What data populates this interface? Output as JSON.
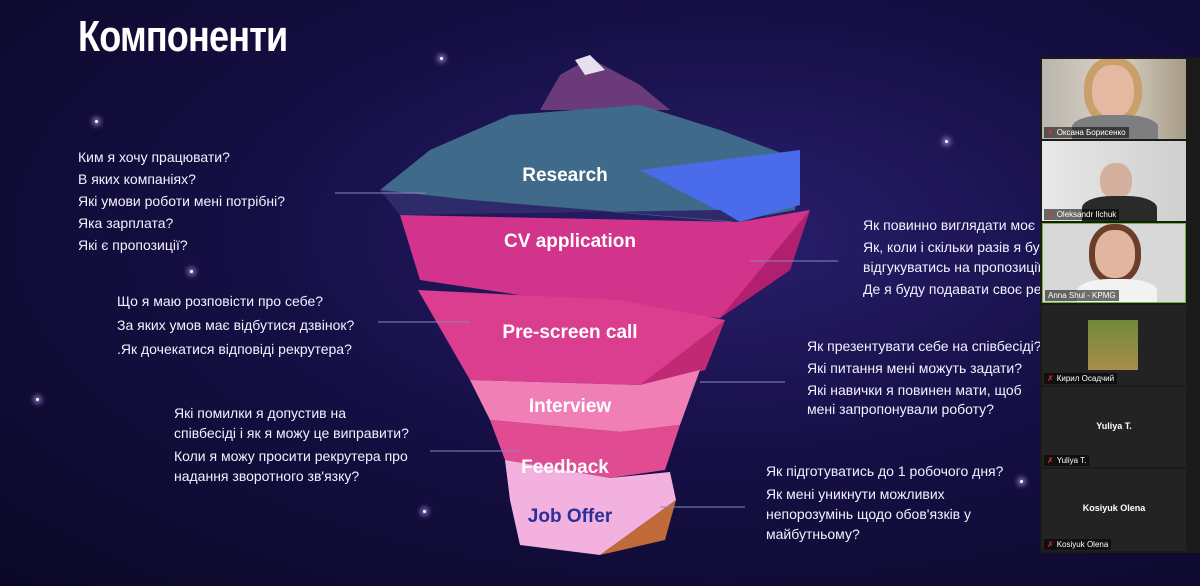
{
  "slide": {
    "title": "Компоненти",
    "layers": [
      "Research",
      "CV application",
      "Pre-screen call",
      "Interview",
      "Feedback",
      "Job Offer"
    ],
    "research_questions": [
      "Ким я хочу працювати?",
      "В яких компаніях?",
      "Які умови роботи мені потрібні?",
      "Яка зарплата?",
      "Які є пропозиції?"
    ],
    "cv_questions": [
      "Як повинно виглядати моє",
      "Як, коли і скільки разів я бу",
      "відгукуватись на пропозиції",
      "Де я буду подавати своє ре"
    ],
    "prescreen_questions": [
      "Що я маю розповісти про себе?",
      "За яких умов має відбутися дзвінок?",
      ".Як дочекатися відповіді рекрутера?"
    ],
    "interview_questions": [
      "Як презентувати себе на співбесіді?",
      "Які питання мені можуть задати?",
      "Які навички я повинен мати, щоб",
      "мені запропонували роботу?"
    ],
    "feedback_questions": [
      "Які помилки я допустив на",
      "співбесіді і як я можу це виправити?",
      "Коли я можу просити рекрутера про",
      "надання зворотного зв'язку?"
    ],
    "offer_questions": [
      "Як підготуватись до 1 робочого дня?",
      "Як мені уникнути можливих",
      "непорозумінь щодо обов'язків у",
      "майбутньому?"
    ]
  },
  "participants": [
    {
      "name": "Оксана Борисенко",
      "muted": true,
      "video": true
    },
    {
      "name": "Oleksandr Ilchuk",
      "muted": true,
      "video": true
    },
    {
      "name": "Anna Shul - KPMG",
      "muted": false,
      "video": true,
      "speaking": true
    },
    {
      "name": "Кирил Осадчий",
      "muted": true,
      "video": false
    },
    {
      "name": "Yuliya T.",
      "muted": true,
      "video": false
    },
    {
      "name": "Kosiyuk Olena",
      "muted": true,
      "video": false
    }
  ],
  "colors": {
    "speaking_border": "#7bb33a",
    "mic_muted": "#e03030"
  }
}
